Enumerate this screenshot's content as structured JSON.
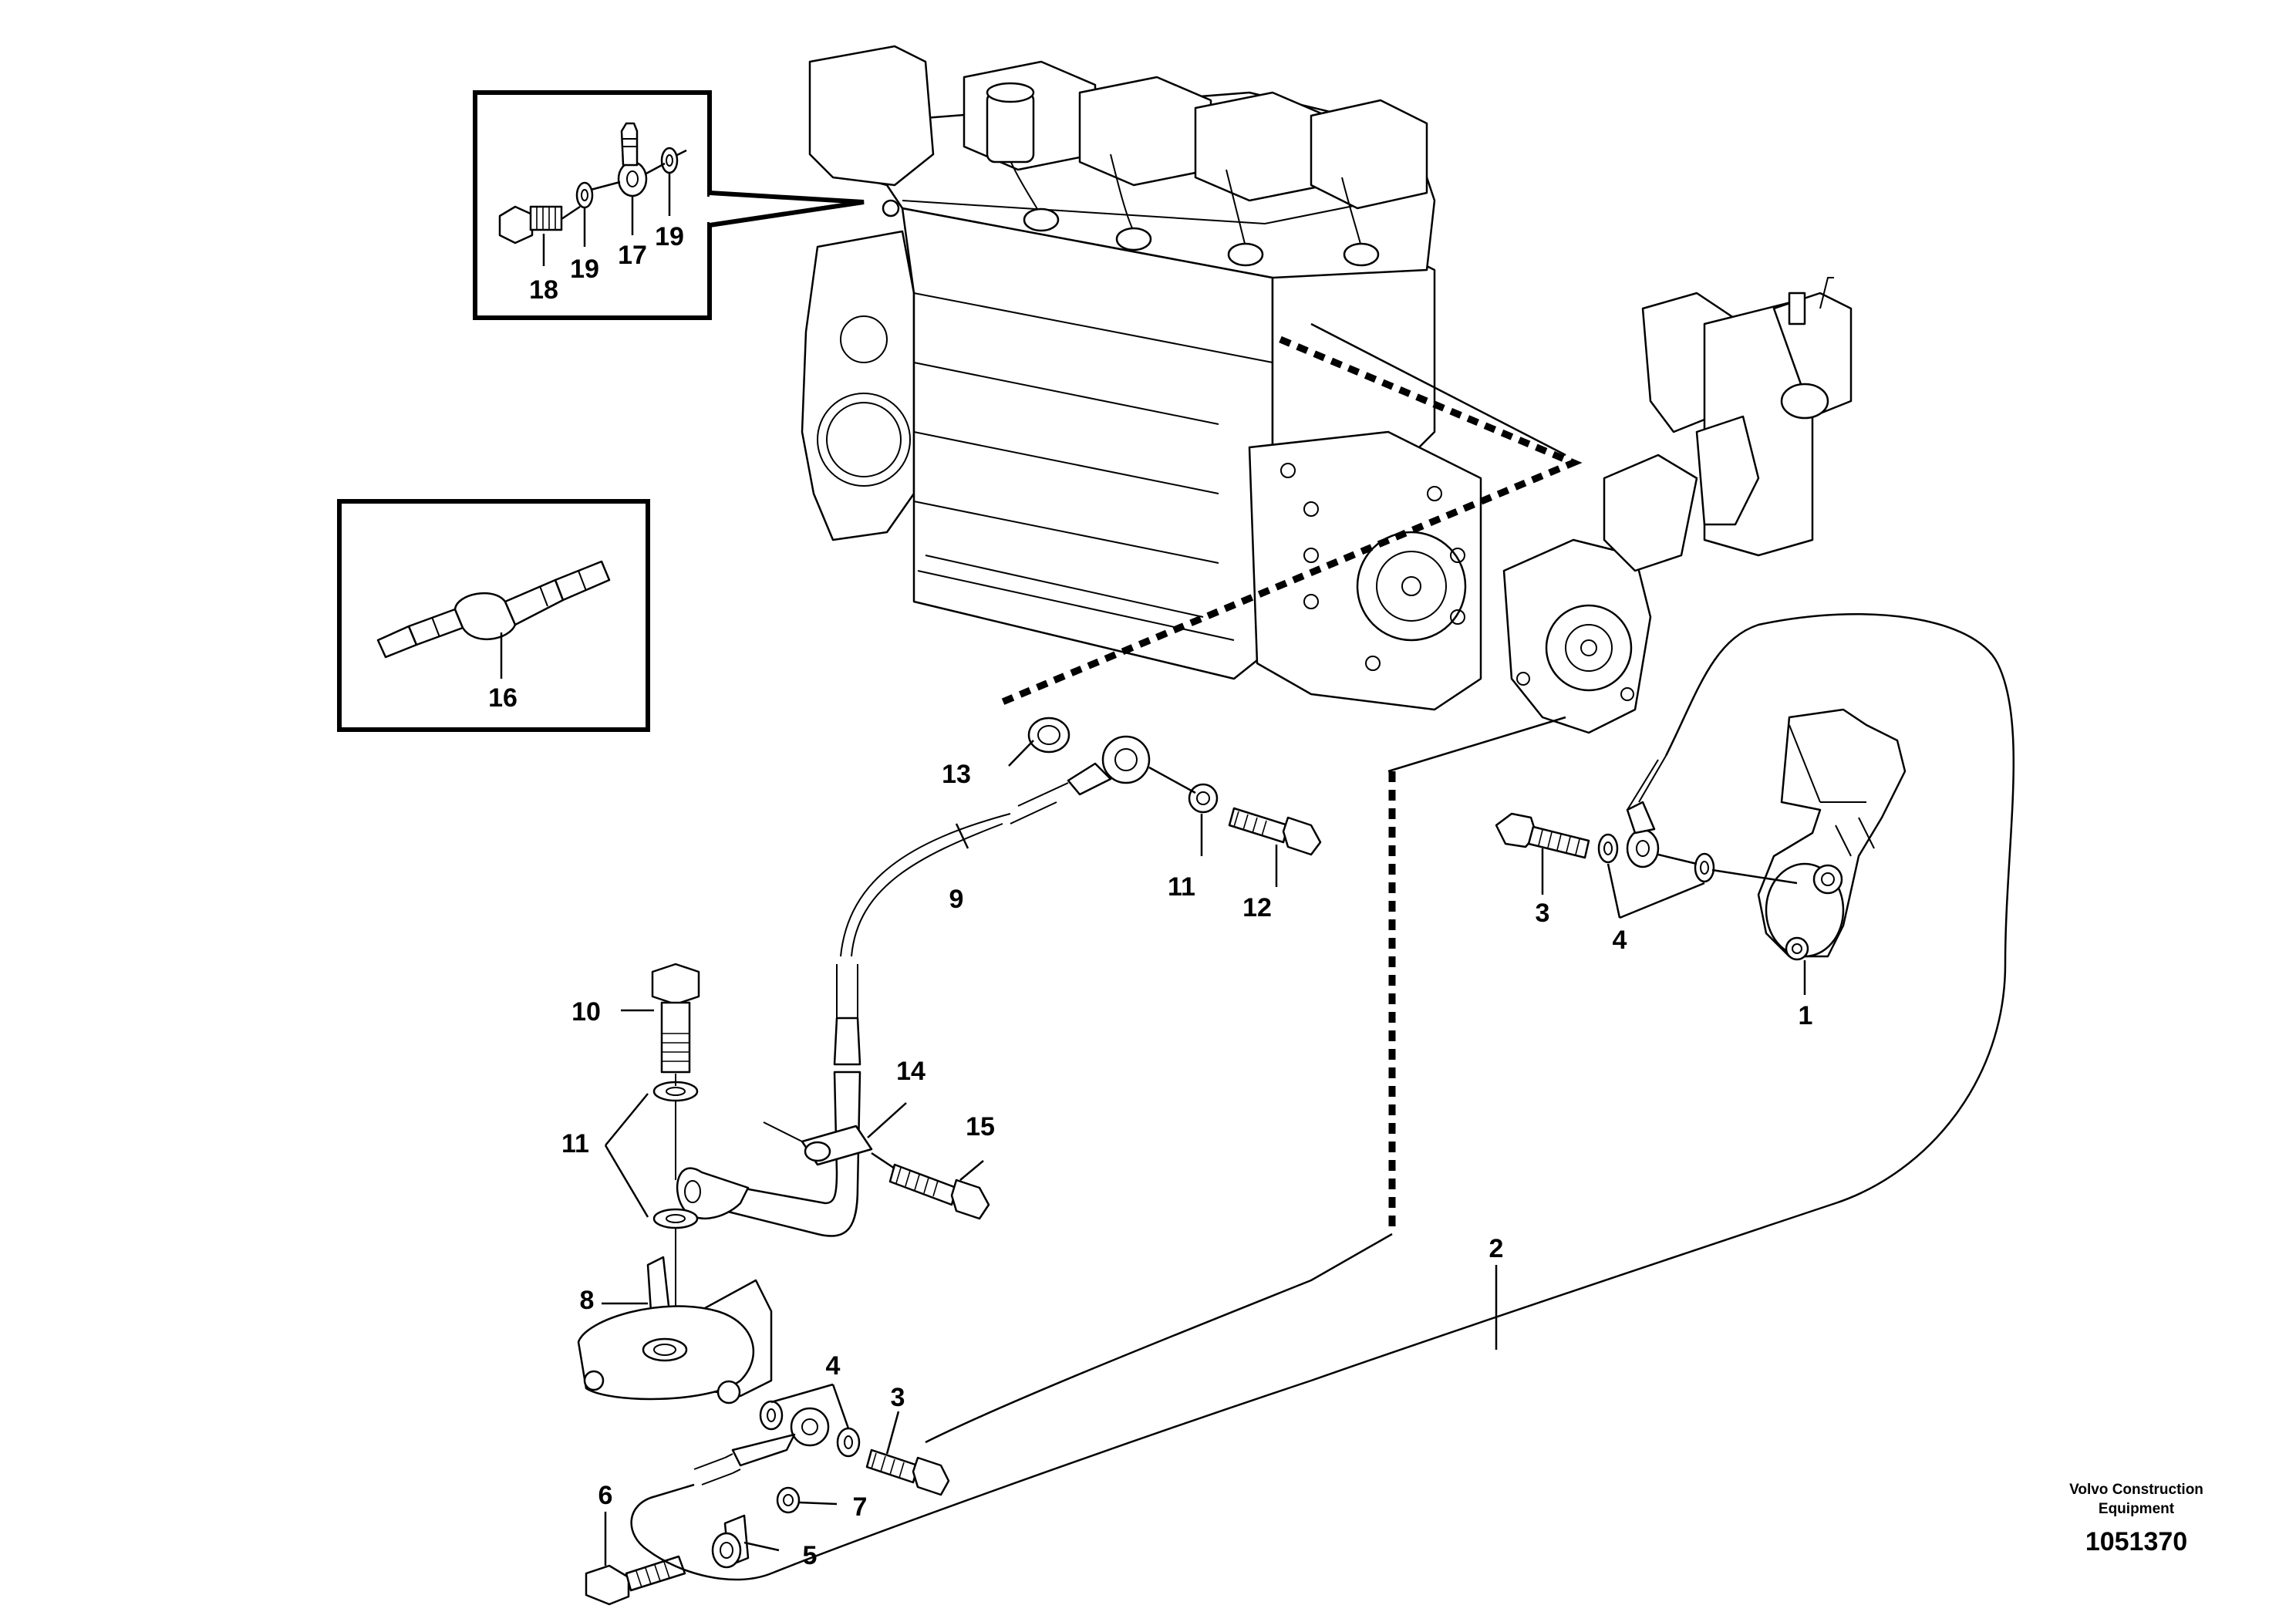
{
  "diagram": {
    "brand_line1": "Volvo Construction",
    "brand_line2": "Equipment",
    "reference_number": "1051370",
    "callouts": {
      "c1": "1",
      "c2": "2",
      "c3a": "3",
      "c3b": "3",
      "c4a": "4",
      "c4b": "4",
      "c5": "5",
      "c6": "6",
      "c7": "7",
      "c8": "8",
      "c9": "9",
      "c10": "10",
      "c11a": "11",
      "c11b": "11",
      "c12": "12",
      "c13": "13",
      "c14": "14",
      "c15": "15",
      "c16": "16",
      "c17": "17",
      "c18": "18",
      "c19a": "19",
      "c19b": "19"
    }
  }
}
